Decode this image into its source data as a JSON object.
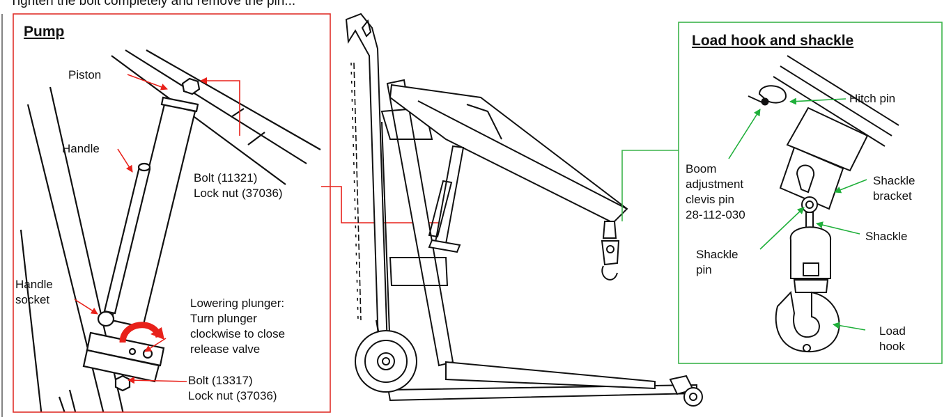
{
  "top_text": "Tighten the bolt completely and remove the pin...",
  "pump": {
    "title": "Pump",
    "piston": "Piston",
    "handle": "Handle",
    "bolt_top": "Bolt (11321)",
    "locknut_top": "Lock nut (37036)",
    "handle_socket_1": "Handle",
    "handle_socket_2": "socket",
    "lowering_1": "Lowering plunger:",
    "lowering_2": "Turn plunger",
    "lowering_3": "clockwise to close",
    "lowering_4": "release valve",
    "bolt_bottom": "Bolt (13317)",
    "locknut_bottom": "Lock nut (37036)"
  },
  "hook": {
    "title": "Load hook and shackle",
    "hitch_pin": "Hitch pin",
    "boom_1": "Boom",
    "boom_2": "adjustment",
    "boom_3": "clevis pin",
    "boom_4": "28-112-030",
    "shackle_bracket_1": "Shackle",
    "shackle_bracket_2": "bracket",
    "shackle": "Shackle",
    "shackle_pin_1": "Shackle",
    "shackle_pin_2": "pin",
    "load_hook_1": "Load",
    "load_hook_2": "hook"
  },
  "colors": {
    "pump_frame": "#e0302a",
    "hook_frame": "#3cb44b",
    "red_arrow": "#e8211a",
    "green_arrow": "#1faf3a"
  }
}
